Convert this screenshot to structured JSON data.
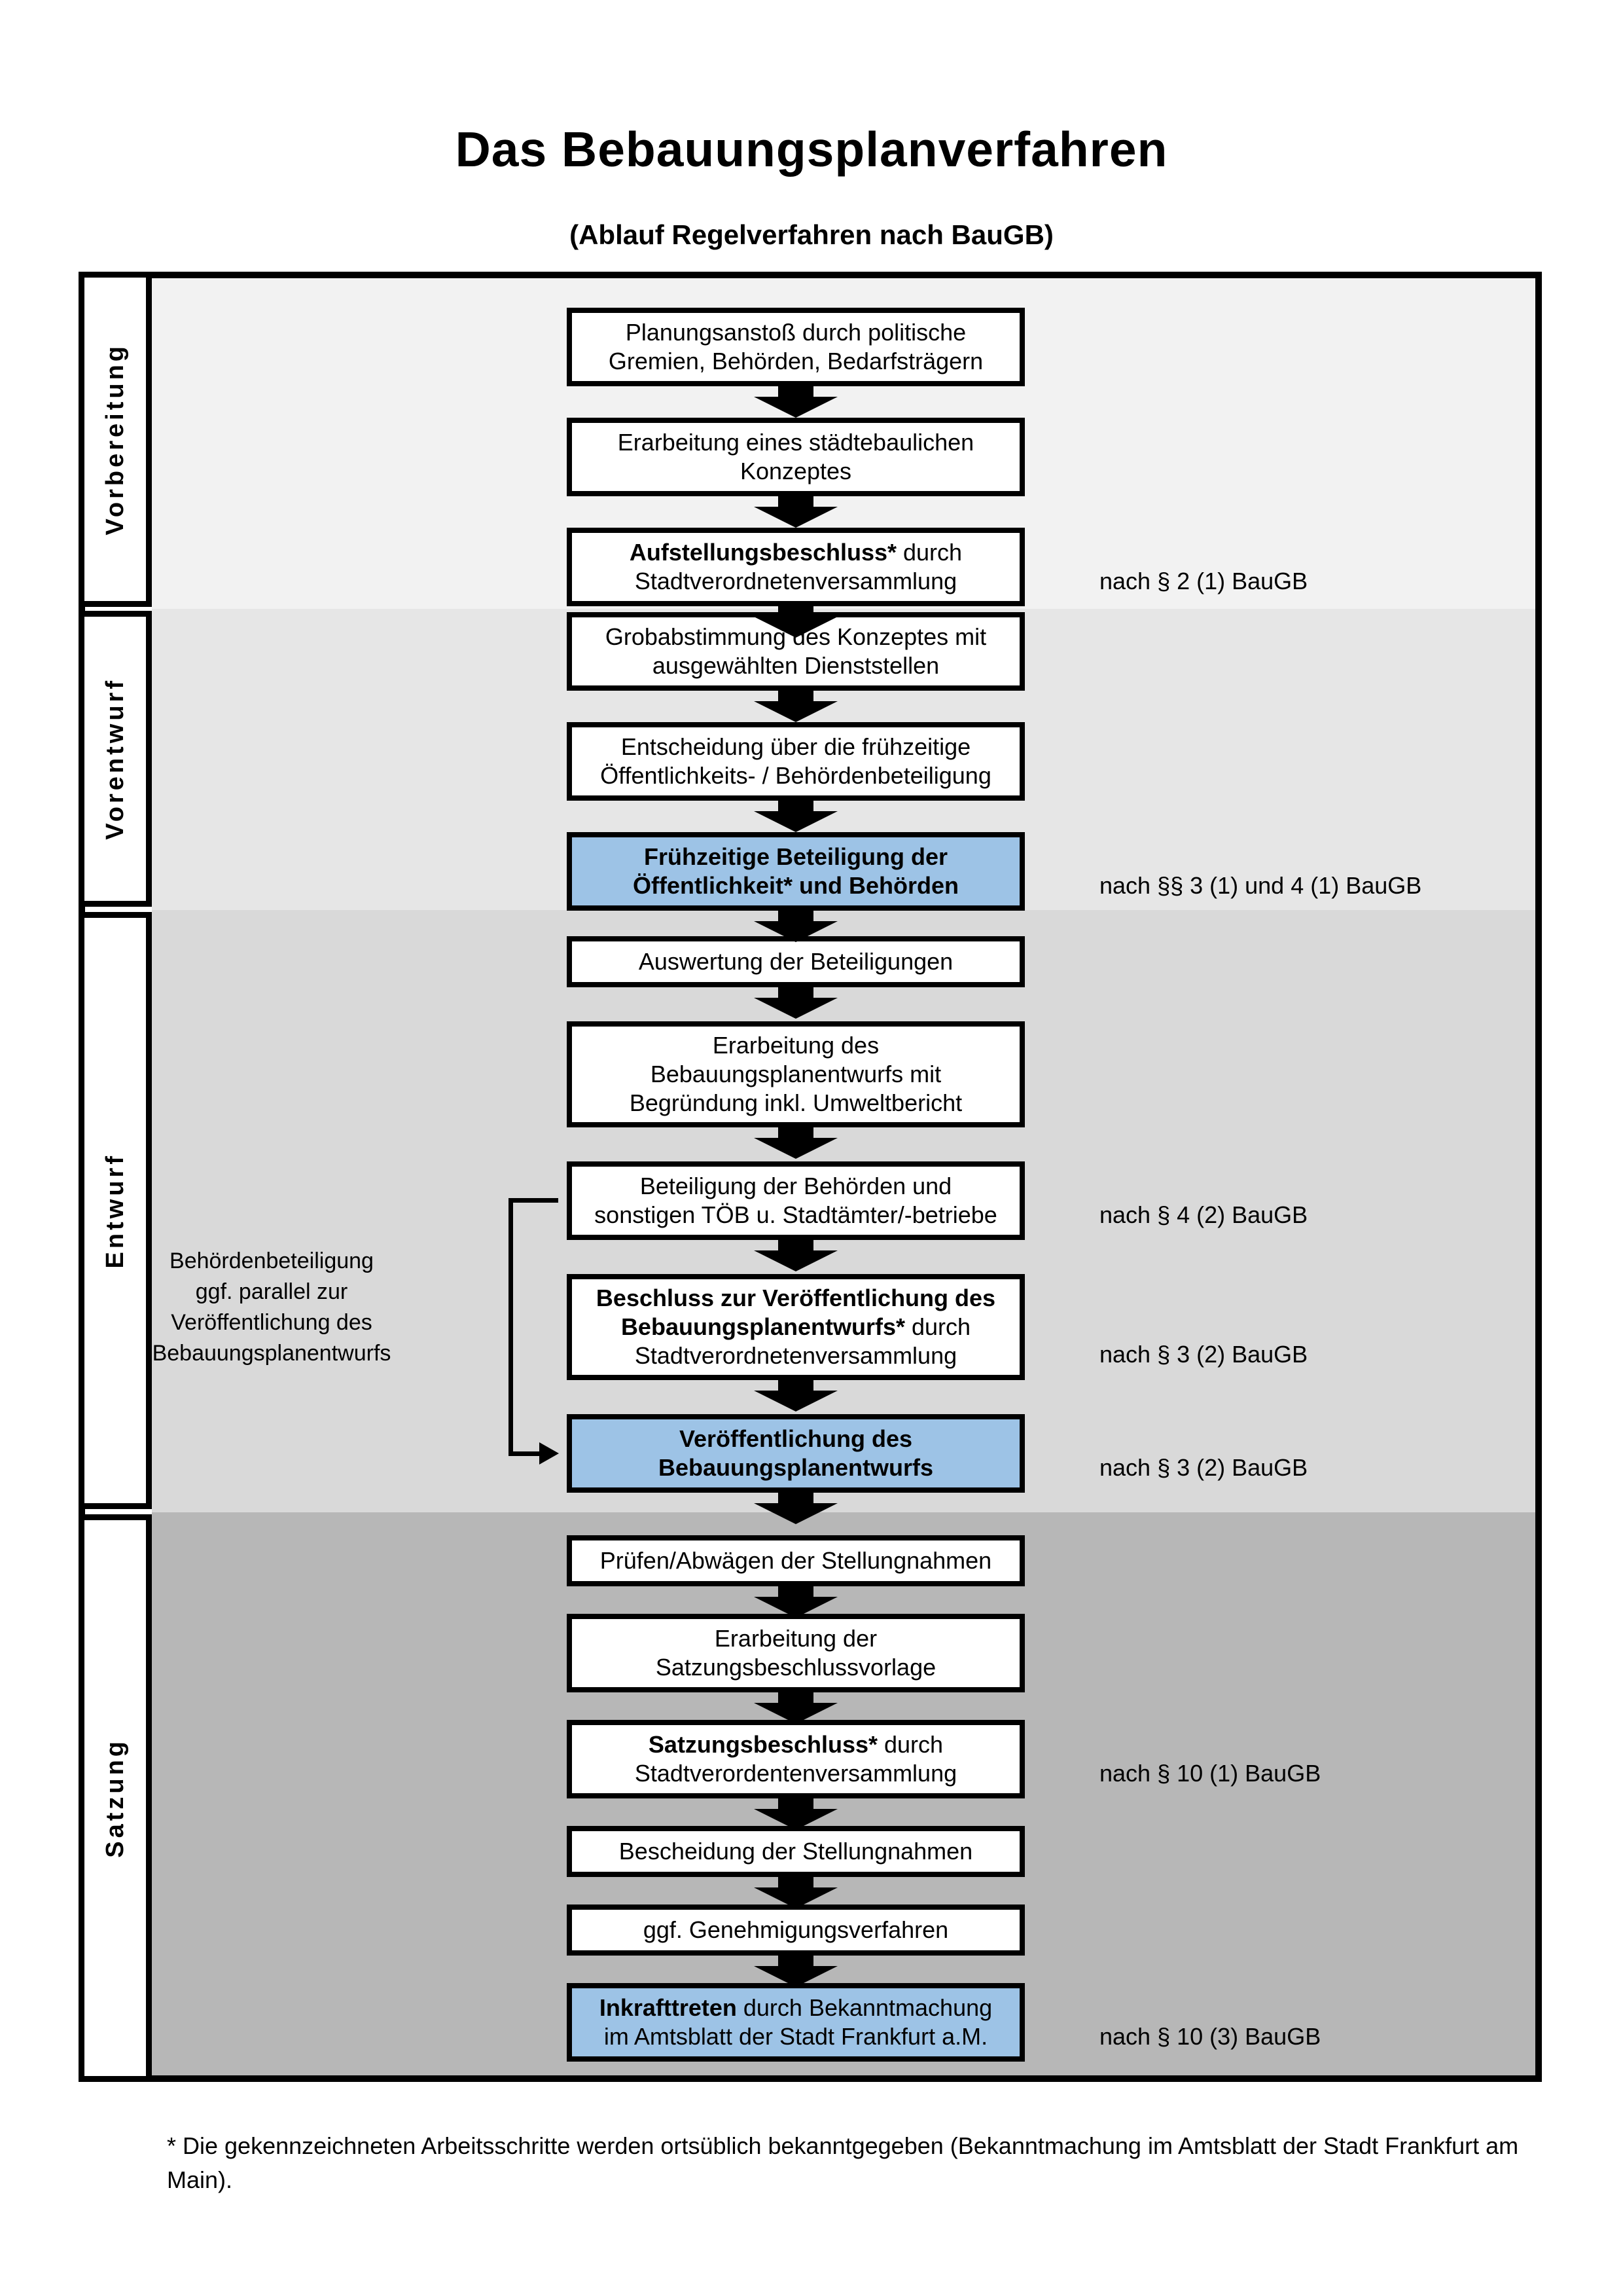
{
  "title": "Das Bebauungsplanverfahren",
  "subtitle": "(Ablauf Regelverfahren nach BauGB)",
  "colors": {
    "highlight_blue": "#9dc3e6",
    "box_border": "#000000"
  },
  "phases": [
    {
      "label": "Vorbereitung",
      "bg": "#f2f2f2"
    },
    {
      "label": "Vorentwurf",
      "bg": "#e6e6e6"
    },
    {
      "label": "Entwurf",
      "bg": "#d9d9d9"
    },
    {
      "label": "Satzung",
      "bg": "#b7b7b7"
    }
  ],
  "steps": [
    {
      "lines": [
        {
          "r": "Planungsanstoß durch politische"
        },
        {
          "r": "Gremien, Behörden, Bedarfsträgern"
        }
      ],
      "ref": ""
    },
    {
      "lines": [
        {
          "r": "Erarbeitung eines städtebaulichen"
        },
        {
          "r": "Konzeptes"
        }
      ],
      "ref": ""
    },
    {
      "lines": [
        {
          "b": "Aufstellungsbeschluss*",
          "r": " durch"
        },
        {
          "r": "Stadtverordnetenversammlung"
        }
      ],
      "ref": "nach § 2 (1) BauGB"
    },
    {
      "lines": [
        {
          "r": "Grobabstimmung des Konzeptes mit"
        },
        {
          "r": "ausgewählten Dienststellen"
        }
      ],
      "ref": ""
    },
    {
      "lines": [
        {
          "r": "Entscheidung über die frühzeitige"
        },
        {
          "r": "Öffentlichkeits- / Behördenbeteiligung"
        }
      ],
      "ref": ""
    },
    {
      "lines": [
        {
          "b": "Frühzeitige Beteiligung der"
        },
        {
          "b": "Öffentlichkeit* und Behörden"
        }
      ],
      "ref": "nach §§ 3 (1) und 4 (1) BauGB"
    },
    {
      "lines": [
        {
          "r": "Auswertung der Beteiligungen"
        }
      ],
      "ref": ""
    },
    {
      "lines": [
        {
          "r": "Erarbeitung des"
        },
        {
          "r": "Bebauungsplanentwurfs mit"
        },
        {
          "r": "Begründung inkl. Umweltbericht"
        }
      ],
      "ref": ""
    },
    {
      "lines": [
        {
          "r": "Beteiligung der Behörden und"
        },
        {
          "r": "sonstigen TÖB u. Stadtämter/-betriebe"
        }
      ],
      "ref": "nach § 4 (2) BauGB"
    },
    {
      "lines": [
        {
          "b": "Beschluss zur Veröffentlichung des"
        },
        {
          "b": "Bebauungsplanentwurfs*",
          "r": " durch"
        },
        {
          "r": "Stadtverordnetenversammlung"
        }
      ],
      "ref": "nach § 3 (2) BauGB"
    },
    {
      "lines": [
        {
          "b": "Veröffentlichung des"
        },
        {
          "b": "Bebauungsplanentwurfs"
        }
      ],
      "ref": "nach § 3 (2) BauGB"
    },
    {
      "lines": [
        {
          "r": "Prüfen/Abwägen der Stellungnahmen"
        }
      ],
      "ref": ""
    },
    {
      "lines": [
        {
          "r": "Erarbeitung der"
        },
        {
          "r": "Satzungsbeschlussvorlage"
        }
      ],
      "ref": ""
    },
    {
      "lines": [
        {
          "b": "Satzungsbeschluss*",
          "r": " durch"
        },
        {
          "r": "Stadtverordentenversammlung"
        }
      ],
      "ref": "nach § 10 (1) BauGB"
    },
    {
      "lines": [
        {
          "r": "Bescheidung der Stellungnahmen"
        }
      ],
      "ref": ""
    },
    {
      "lines": [
        {
          "r": "ggf. Genehmigungsverfahren"
        }
      ],
      "ref": ""
    },
    {
      "lines": [
        {
          "b": "Inkrafttreten",
          "r": " durch Bekanntmachung"
        },
        {
          "r": "im Amtsblatt der Stadt Frankfurt a.M."
        }
      ],
      "ref": "nach § 10 (3) BauGB"
    }
  ],
  "side_note": {
    "lines": [
      "Behördenbeteiligung",
      "ggf. parallel zur",
      "Veröffentlichung des",
      "Bebauungsplanentwurfs"
    ]
  },
  "footnote": "* Die gekennzeichneten Arbeitsschritte werden ortsüblich bekanntgegeben (Bekanntmachung im Amtsblatt der Stadt Frankfurt am Main)."
}
